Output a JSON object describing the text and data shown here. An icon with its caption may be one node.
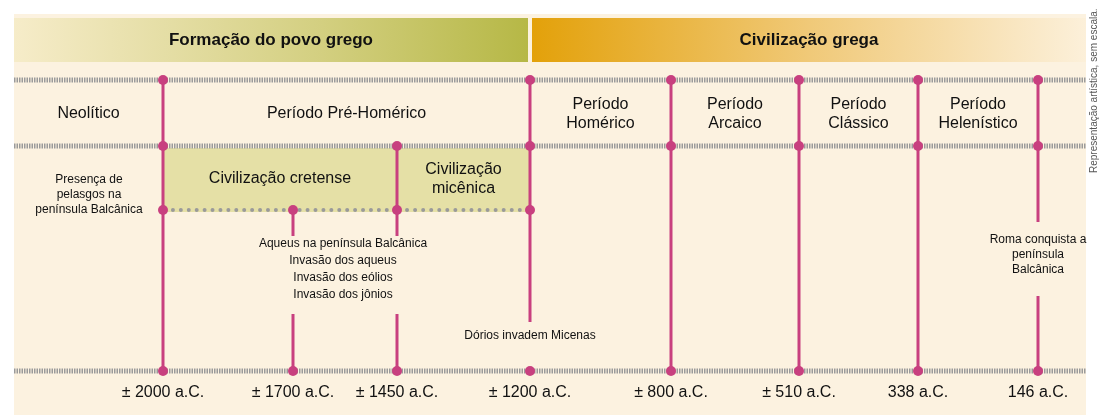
{
  "diagram": {
    "nodes": [
      {
        "text": [
          "Formação do povo grego"
        ]
      },
      {
        "text": [
          "Civilização grega"
        ]
      },
      {
        "text": [
          "Neolítico"
        ]
      },
      {
        "text": [
          "Período Pré-Homérico"
        ]
      },
      {
        "text": [
          "Período Homérico"
        ]
      },
      {
        "text": [
          "Período Arcaico"
        ]
      },
      {
        "text": [
          "Período Clássico"
        ]
      },
      {
        "text": [
          "Período Helenístico"
        ]
      },
      {
        "text": [
          "Civilização cretense"
        ]
      },
      {
        "text": [
          "Civilização micênica"
        ]
      }
    ],
    "labels": [
      "Presença de pelasgos na península Balcânica",
      "Aqueus na península Balcânica",
      "Invasão dos aqueus",
      "Invasão dos eólios",
      "Invasão dos jônios",
      "Roma conquista a península Balcânica",
      "Dórios invadem Micenas",
      "± 2000 a.C.",
      "± 1700 a.C.",
      "± 1450 a.C.",
      "± 1200 a.C.",
      "± 800 a.C.",
      "± 510 a.C.",
      "338 a.C.",
      "146 a.C.",
      "Representação artística, sem escala."
    ]
  }
}
